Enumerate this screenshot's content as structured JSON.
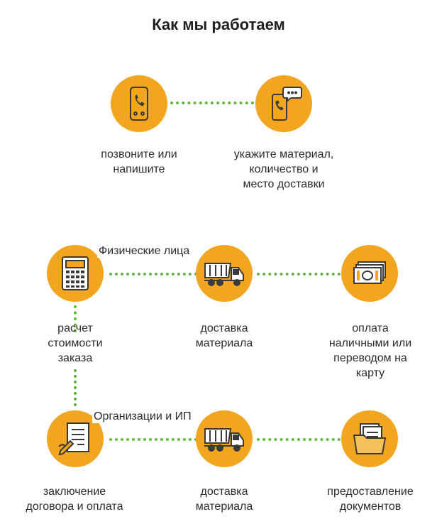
{
  "title": "Как мы работаем",
  "colors": {
    "circle": "#f2a51f",
    "connector": "#5fb83a",
    "icon_stroke": "#3a3a3a"
  },
  "groups": {
    "individuals": "Физические лица",
    "organizations": "Организации и ИП"
  },
  "steps": {
    "call": {
      "icon": "phone-icon",
      "label": "позвоните или\nнапишите"
    },
    "specify": {
      "icon": "phone-chat-icon",
      "label": "укажите материал,\nколичество и\nместо доставки"
    },
    "calculate": {
      "icon": "calculator-icon",
      "label": "расчет\nстоимости\nзаказа"
    },
    "delivery_individuals": {
      "icon": "dump-truck-icon",
      "label": "доставка\nматериала"
    },
    "payment": {
      "icon": "money-icon",
      "label": "оплата\nналичными или\nпереводом на\nкарту"
    },
    "contract": {
      "icon": "contract-pen-icon",
      "label": "заключение\nдоговора и оплата"
    },
    "delivery_organizations": {
      "icon": "dump-truck-icon",
      "label": "доставка\nматериала"
    },
    "documents": {
      "icon": "documents-folder-icon",
      "label": "предоставление\nдокументов"
    }
  }
}
